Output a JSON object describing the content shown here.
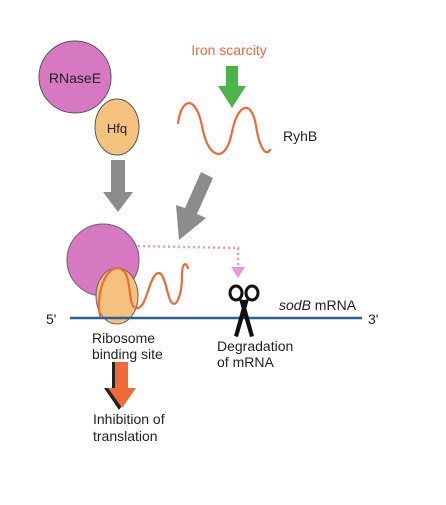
{
  "labels": {
    "rnase": "RNaseE",
    "hfq": "Hfq",
    "iron": "Iron scarcity",
    "ryhb": "RyhB",
    "five_prime": "5'",
    "three_prime": "3'",
    "sodb_italic": "sodB",
    "sodb_rest": " mRNA",
    "rbs_line1": "Ribosome",
    "rbs_line2": "binding site",
    "deg_line1": "Degradation",
    "deg_line2": "of mRNA",
    "inhib_line1": "Inhibition of",
    "inhib_line2": "translation"
  },
  "colors": {
    "rnase_fill": "#d678c2",
    "hfq_fill": "#f5c27e",
    "rna_strand": "#ef6a3a",
    "iron_text": "#ef6a3a",
    "green_arrow": "#4cb54a",
    "gray_arrow": "#8c8c8c",
    "mrna_line": "#2b5f9e",
    "dotted_arrow": "#e59ad6",
    "inhibition_arrow": "#ef6a3a"
  },
  "icons": {
    "scissors": "scissors-icon"
  }
}
